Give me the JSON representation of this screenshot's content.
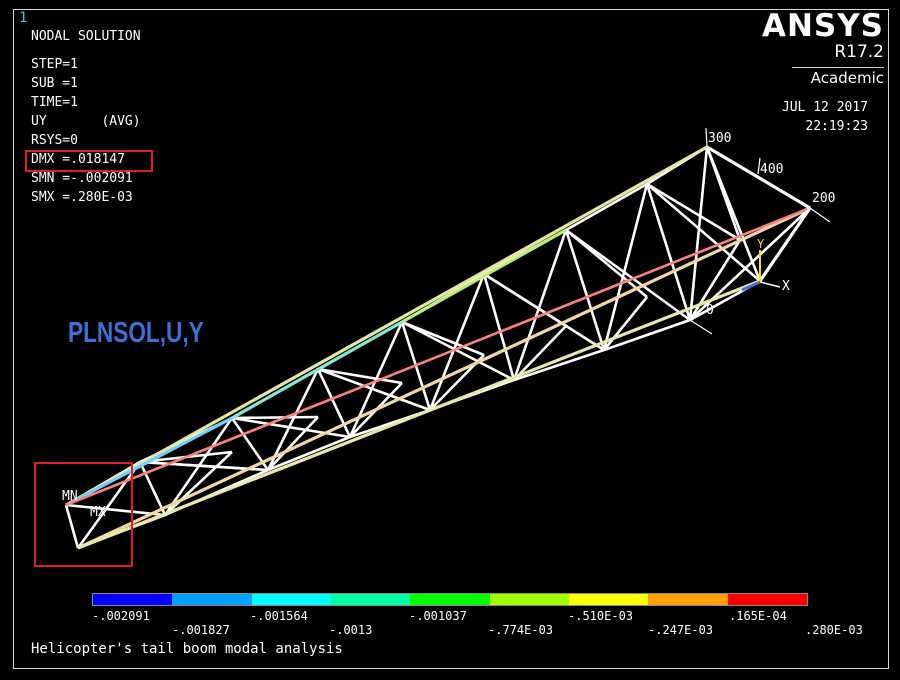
{
  "window_number": "1",
  "info": {
    "title": "NODAL SOLUTION",
    "lines": [
      "STEP=1",
      "SUB =1",
      "TIME=1",
      "UY       (AVG)",
      "RSYS=0",
      "DMX =.018147",
      "SMN =-.002091",
      "SMX =.280E-03"
    ]
  },
  "logo": {
    "name": "ANSYS",
    "version": "R17.2",
    "edition": "Academic"
  },
  "date": "JUL 12 2017",
  "time": "22:19:23",
  "command_annotation": "PLNSOL,U,Y",
  "node_labels": {
    "n300": "300",
    "n400": "400",
    "n200": "200",
    "n100": "0",
    "mn": "MN",
    "mx": "MX"
  },
  "triad": {
    "y_label": "Y",
    "x_label": "X"
  },
  "legend": {
    "colors": [
      "#0000ff",
      "#00a0ff",
      "#00ffff",
      "#00ffa0",
      "#00ff00",
      "#a0ff00",
      "#ffff00",
      "#ffa000",
      "#ff0000"
    ],
    "labels_upper": [
      "-.002091",
      "-.001564",
      "-.001037",
      "-.510E-03",
      ".165E-04"
    ],
    "labels_lower": [
      "-.001827",
      "-.0013",
      "-.774E-03",
      "-.247E-03",
      ".280E-03"
    ]
  },
  "footer_title": "Helicopter's tail boom modal analysis"
}
